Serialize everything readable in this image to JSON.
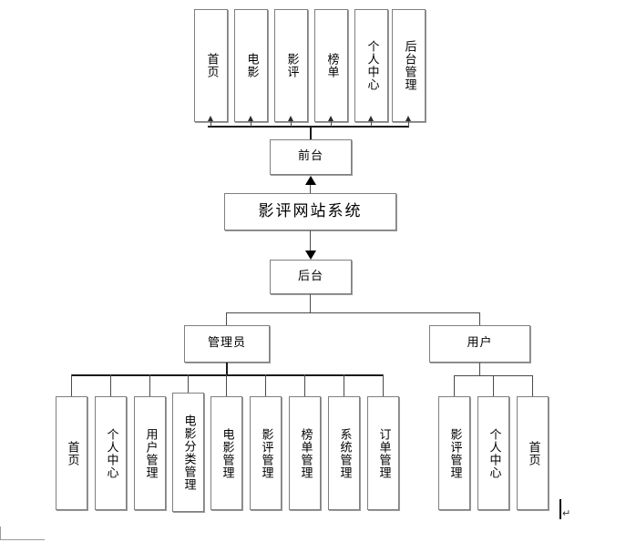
{
  "diagram": {
    "type": "tree-hierarchy",
    "root": {
      "id": "root",
      "label": "影评网站系统"
    },
    "branches": [
      {
        "id": "frontend",
        "label": "前台",
        "children": [
          {
            "id": "fe-home",
            "label": "首页"
          },
          {
            "id": "fe-movie",
            "label": "电影"
          },
          {
            "id": "fe-review",
            "label": "影评"
          },
          {
            "id": "fe-ranking",
            "label": "榜单"
          },
          {
            "id": "fe-center",
            "label": "个人中心"
          },
          {
            "id": "fe-admin",
            "label": "后台管理"
          }
        ]
      },
      {
        "id": "backend",
        "label": "后台",
        "roles": [
          {
            "id": "role-admin",
            "label": "管理员",
            "children": [
              {
                "id": "ad-home",
                "label": "首页"
              },
              {
                "id": "ad-center",
                "label": "个人中心"
              },
              {
                "id": "ad-user",
                "label": "用户管理"
              },
              {
                "id": "ad-movie-cat",
                "label": "电影分类管理"
              },
              {
                "id": "ad-movie",
                "label": "电影管理"
              },
              {
                "id": "ad-review",
                "label": "影评管理"
              },
              {
                "id": "ad-ranking",
                "label": "榜单管理"
              },
              {
                "id": "ad-system",
                "label": "系统管理"
              },
              {
                "id": "ad-order",
                "label": "订单管理"
              }
            ]
          },
          {
            "id": "role-user",
            "label": "用户",
            "children": [
              {
                "id": "us-review",
                "label": "影评管理"
              },
              {
                "id": "us-center",
                "label": "个人中心"
              },
              {
                "id": "us-home",
                "label": "首页"
              }
            ]
          }
        ]
      }
    ]
  },
  "marks": {
    "pilcrow": "↵"
  },
  "colors": {
    "box_border": "#7f7f7f",
    "box_fill": "#ffffff",
    "connector": "#4a4a4a",
    "connector_thick": "#1a1a1a",
    "text": "#000000",
    "page_bg": "#ffffff"
  }
}
